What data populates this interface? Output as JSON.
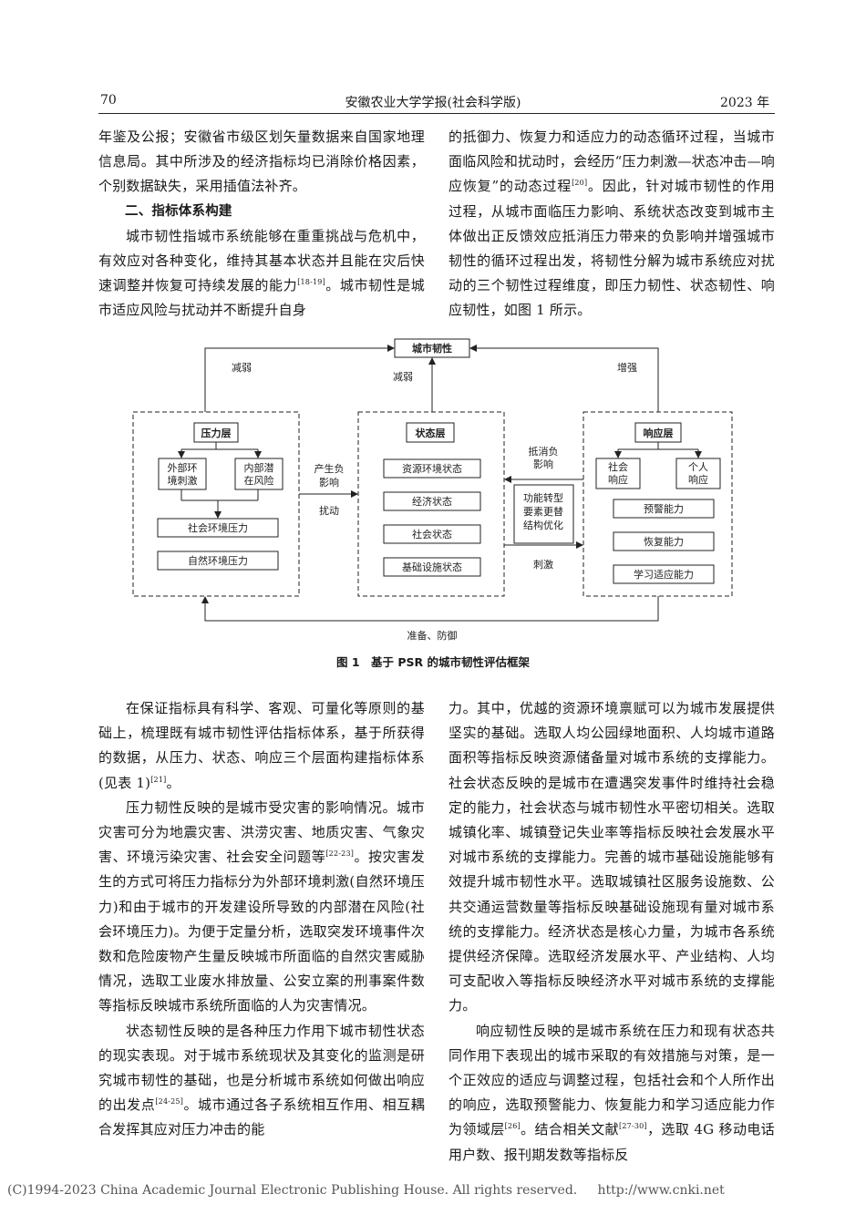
{
  "header": {
    "page_number": "70",
    "journal": "安徽农业大学学报(社会科学版)",
    "year": "2023 年"
  },
  "top_left": {
    "para1": "年鉴及公报；安徽省市级区划矢量数据来自国家地理信息局。其中所涉及的经济指标均已消除价格因素，个别数据缺失，采用插值法补齐。",
    "section_title": "二、指标体系构建",
    "para2": "城市韧性指城市系统能够在重重挑战与危机中，有效应对各种变化，维持其基本状态并且能在灾后快速调整并恢复可持续发展的能力",
    "para2_ref": "[18-19]",
    "para2_tail": "。城市韧性是城市适应风险与扰动并不断提升自身"
  },
  "top_right": {
    "para1": "的抵御力、恢复力和适应力的动态循环过程，当城市面临风险和扰动时，会经历“压力刺激—状态冲击—响应恢复”的动态过程",
    "para1_ref": "[20]",
    "para1_tail": "。因此，针对城市韧性的作用过程，从城市面临压力影响、系统状态改变到城市主体做出正反馈效应抵消压力带来的负影响并增强城市韧性的循环过程出发，将韧性分解为城市系统应对扰动的三个韧性过程维度，即压力韧性、状态韧性、响应韧性，如图 1 所示。"
  },
  "figure": {
    "top_box": "城市韧性",
    "pressure": {
      "title": "压力层",
      "external": [
        "外部环",
        "境刺激"
      ],
      "internal": [
        "内部潜",
        "在风险"
      ],
      "social": "社会环境压力",
      "natural": "自然环境压力"
    },
    "state": {
      "title": "状态层",
      "items": [
        "资源环境状态",
        "经济状态",
        "社会状态",
        "基础设施状态"
      ]
    },
    "response": {
      "title": "响应层",
      "social": [
        "社会",
        "响应"
      ],
      "personal": [
        "个人",
        "响应"
      ],
      "items": [
        "预警能力",
        "恢复能力",
        "学习适应能力"
      ]
    },
    "middle_box": [
      "功能转型",
      "要素更替",
      "结构优化"
    ],
    "labels": {
      "weaken_left": "减弱",
      "weaken_mid": "减弱",
      "enhance": "增强",
      "produce_neg": [
        "产生负",
        "影响"
      ],
      "disturb": "扰动",
      "offset_neg": [
        "抵消负",
        "影响"
      ],
      "stimulate": "刺激",
      "prepare": "准备、防御"
    },
    "caption": "图 1　基于 PSR 的城市韧性评估框架"
  },
  "bottom_left": {
    "para1": "在保证指标具有科学、客观、可量化等原则的基础上，梳理既有城市韧性评估指标体系，基于所获得的数据，从压力、状态、响应三个层面构建指标体系(见表 1)",
    "para1_ref": "[21]",
    "para1_tail": "。",
    "para2": "压力韧性反映的是城市受灾害的影响情况。城市灾害可分为地震灾害、洪涝灾害、地质灾害、气象灾害、环境污染灾害、社会安全问题等",
    "para2_ref": "[22-23]",
    "para2_tail": "。按灾害发生的方式可将压力指标分为外部环境刺激(自然环境压力)和由于城市的开发建设所导致的内部潜在风险(社会环境压力)。为便于定量分析，选取突发环境事件次数和危险废物产生量反映城市所面临的自然灾害威胁情况，选取工业废水排放量、公安立案的刑事案件数等指标反映城市系统所面临的人为灾害情况。",
    "para3": "状态韧性反映的是各种压力作用下城市韧性状态的现实表现。对于城市系统现状及其变化的监测是研究城市韧性的基础，也是分析城市系统如何做出响应的出发点",
    "para3_ref": "[24-25]",
    "para3_tail": "。城市通过各子系统相互作用、相互耦合发挥其应对压力冲击的能"
  },
  "bottom_right": {
    "para1": "力。其中，优越的资源环境禀赋可以为城市发展提供坚实的基础。选取人均公园绿地面积、人均城市道路面积等指标反映资源储备量对城市系统的支撑能力。社会状态反映的是城市在遭遇突发事件时维持社会稳定的能力，社会状态与城市韧性水平密切相关。选取城镇化率、城镇登记失业率等指标反映社会发展水平对城市系统的支撑能力。完善的城市基础设施能够有效提升城市韧性水平。选取城镇社区服务设施数、公共交通运营数量等指标反映基础设施现有量对城市系统的支撑能力。经济状态是核心力量，为城市各系统提供经济保障。选取经济发展水平、产业结构、人均可支配收入等指标反映经济水平对城市系统的支撑能力。",
    "para2": "响应韧性反映的是城市系统在压力和现有状态共同作用下表现出的城市采取的有效措施与对策，是一个正效应的适应与调整过程，包括社会和个人所作出的响应，选取预警能力、恢复能力和学习适应能力作为领域层",
    "para2_ref": "[26]",
    "para2_tail": "。结合相关文献",
    "para2_ref2": "[27-30]",
    "para2_tail2": "，选取 4G 移动电话用户数、报刊期发数等指标反"
  },
  "footer": "(C)1994-2023 China Academic Journal Electronic Publishing House. All rights reserved.     http://www.cnki.net"
}
